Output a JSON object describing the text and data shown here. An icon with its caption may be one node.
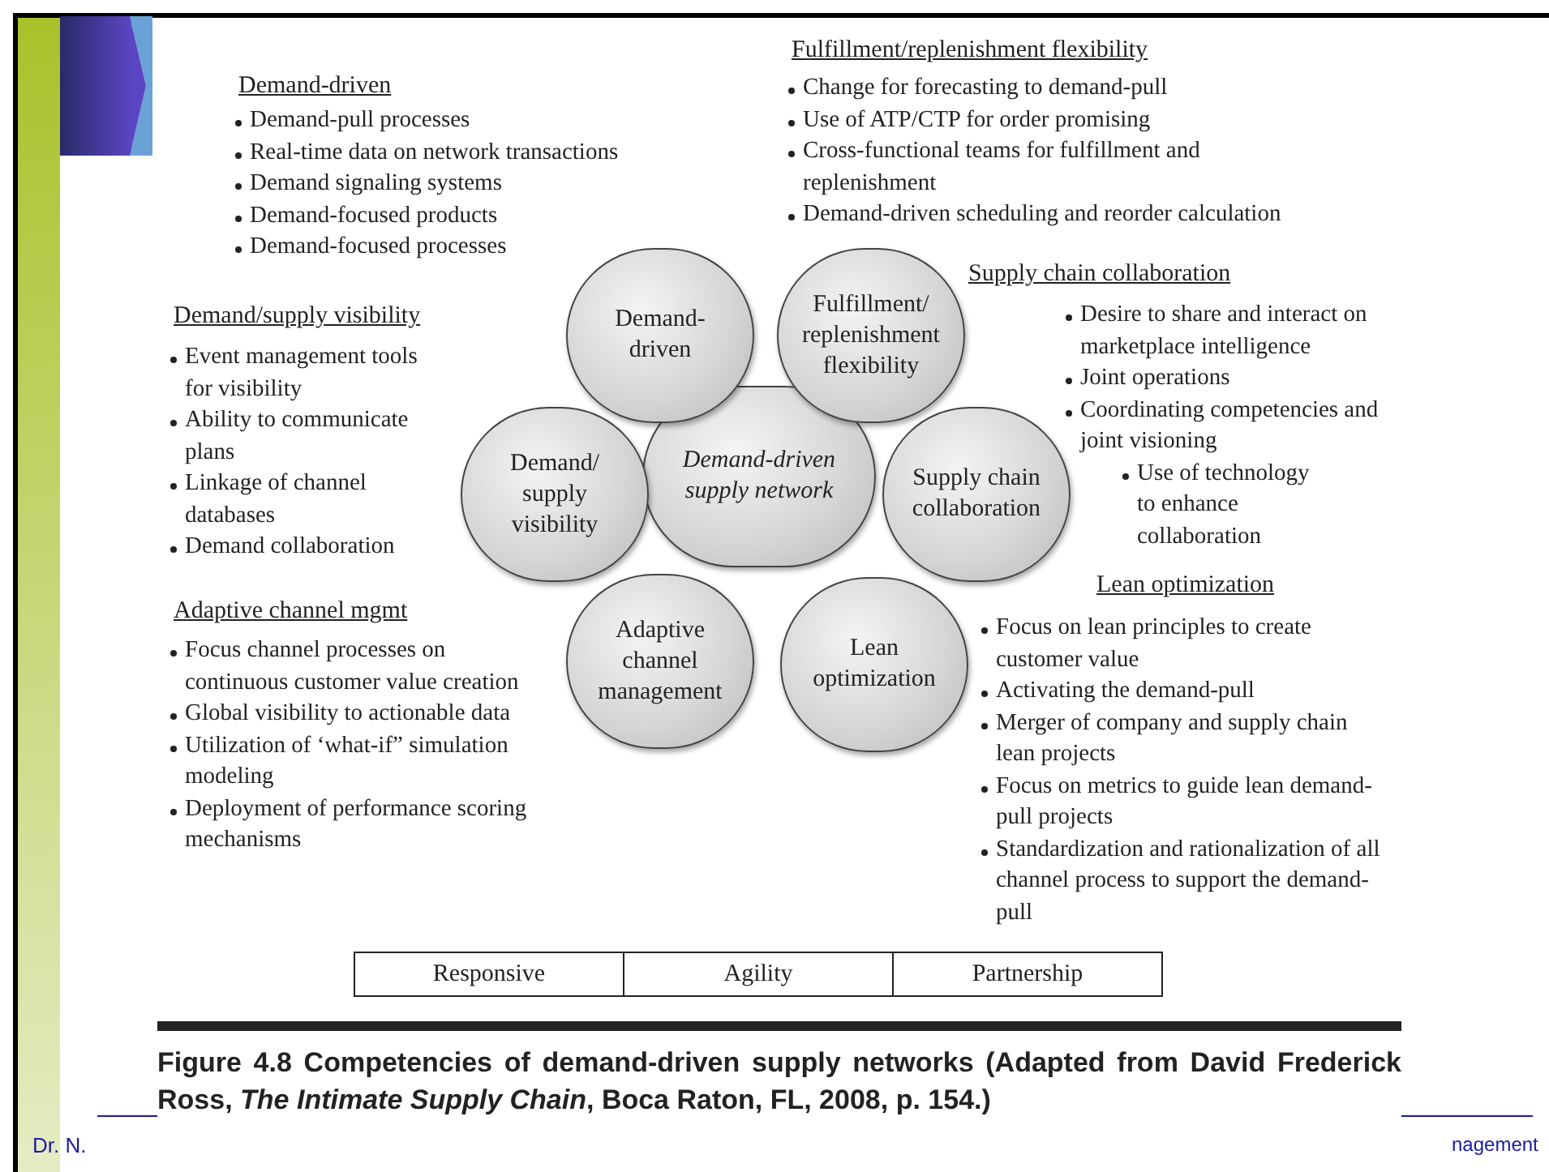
{
  "diagram": {
    "caption": "Figure 4.8  Competencies of demand-driven supply networks (Adapted from David Frederick Ross, *The Intimate Supply Chain*, Boca Raton, FL, 2008, p. 154.)",
    "nodes": [
      {
        "text": [
          "Demand-driven"
        ]
      },
      {
        "text": [
          "Fulfillment/replenishment flexibility"
        ]
      },
      {
        "text": [
          "Demand/supply visibility"
        ]
      },
      {
        "text": [
          "Demand-driven supply network"
        ]
      },
      {
        "text": [
          "Supply chain collaboration"
        ]
      },
      {
        "text": [
          "Adaptive channel management"
        ]
      },
      {
        "text": [
          "Lean optimization"
        ]
      }
    ],
    "labels": [
      "Demand-driven",
      "Demand-pull processes",
      "Real-time data on network transactions",
      "Demand signaling systems",
      "Demand-focused products",
      "Demand-focused processes",
      "Fulfillment/replenishment flexibility",
      "Change for forecasting to demand-pull",
      "Use of ATP/CTP for order promising",
      "Cross-functional teams for fulfillment and replenishment",
      "Demand-driven scheduling and reorder calculation",
      "Demand/supply visibility",
      "Event management tools for visibility",
      "Ability to communicate plans",
      "Linkage of channel databases",
      "Demand collaboration",
      "Supply chain collaboration",
      "Desire to share and interact on marketplace intelligence",
      "Joint operations",
      "Coordinating competencies and joint visioning",
      "Use of technology to enhance collaboration",
      "Adaptive channel mgmt",
      "Focus channel processes on continuous customer value creation",
      "Global visibility to actionable data",
      "Utilization of ‘what-if” simulation modeling",
      "Deployment of performance scoring mechanisms",
      "Lean optimization",
      "Focus on lean principles to create customer value",
      "Activating the demand-pull",
      "Merger of company and supply chain lean projects",
      "Focus on metrics to guide lean demand-pull projects",
      "Standardization and rationalization of all channel process to support the demand-pull",
      "Responsive",
      "Agility",
      "Partnership",
      "Dr. N.",
      "nagement"
    ]
  }
}
